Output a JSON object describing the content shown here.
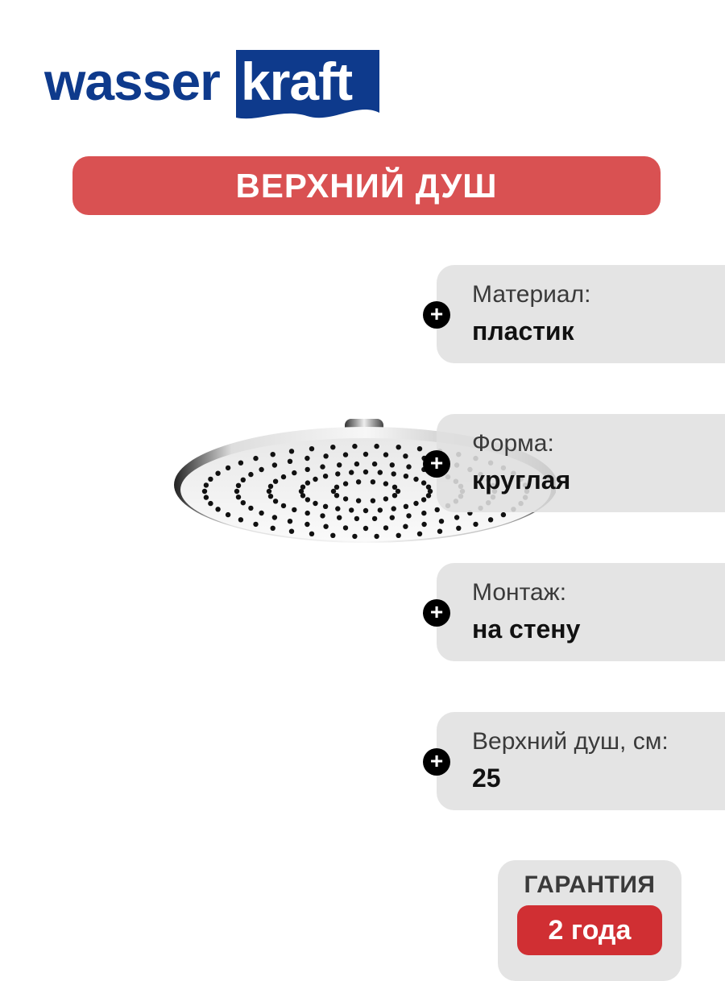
{
  "brand": {
    "logo_left": "wasser",
    "logo_right": "kraft",
    "primary_color": "#0e3a8c"
  },
  "title": "ВЕРХНИЙ ДУШ",
  "accent_color": "#d95152",
  "product_image": {
    "icon": "round-shower-head-icon"
  },
  "specs": [
    {
      "label": "Материал:",
      "value": "пластик"
    },
    {
      "label": "Форма:",
      "value": "круглая"
    },
    {
      "label": "Монтаж:",
      "value": "на стену"
    },
    {
      "label": "Верхний душ, см:",
      "value": "25"
    }
  ],
  "warranty": {
    "label": "ГАРАНТИЯ",
    "value": "2 года",
    "color": "#d02f33"
  }
}
